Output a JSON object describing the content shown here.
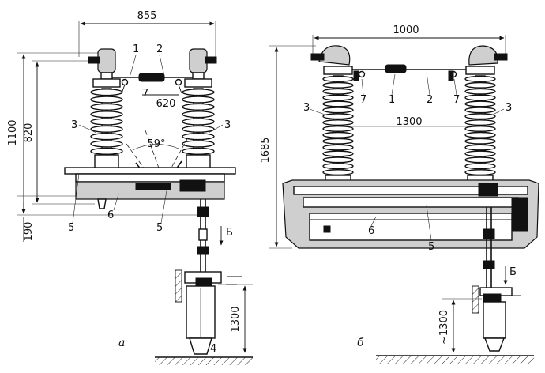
{
  "view_a": {
    "dims": {
      "width_top": "855",
      "height_total": "1100",
      "height_mid": "820",
      "height_base": "190",
      "contact_span": "620",
      "angle": "59°",
      "drive_height": "1300"
    },
    "callouts": {
      "c1": "1",
      "c2": "2",
      "c3_left": "3",
      "c3_right": "3",
      "c4": "4",
      "c5_left": "5",
      "c5_right": "5",
      "c6": "6",
      "c7": "7",
      "b_arrow": "Б"
    },
    "caption": "а"
  },
  "view_b": {
    "dims": {
      "width_top": "1000",
      "spacing": "1300",
      "height_total": "1685",
      "drive_height": "~1300"
    },
    "callouts": {
      "c1": "1",
      "c2": "2",
      "c3_left": "3",
      "c3_right": "3",
      "c5": "5",
      "c6": "6",
      "c7_left": "7",
      "c7_right": "7",
      "b_arrow": "Б"
    },
    "caption": "б"
  }
}
